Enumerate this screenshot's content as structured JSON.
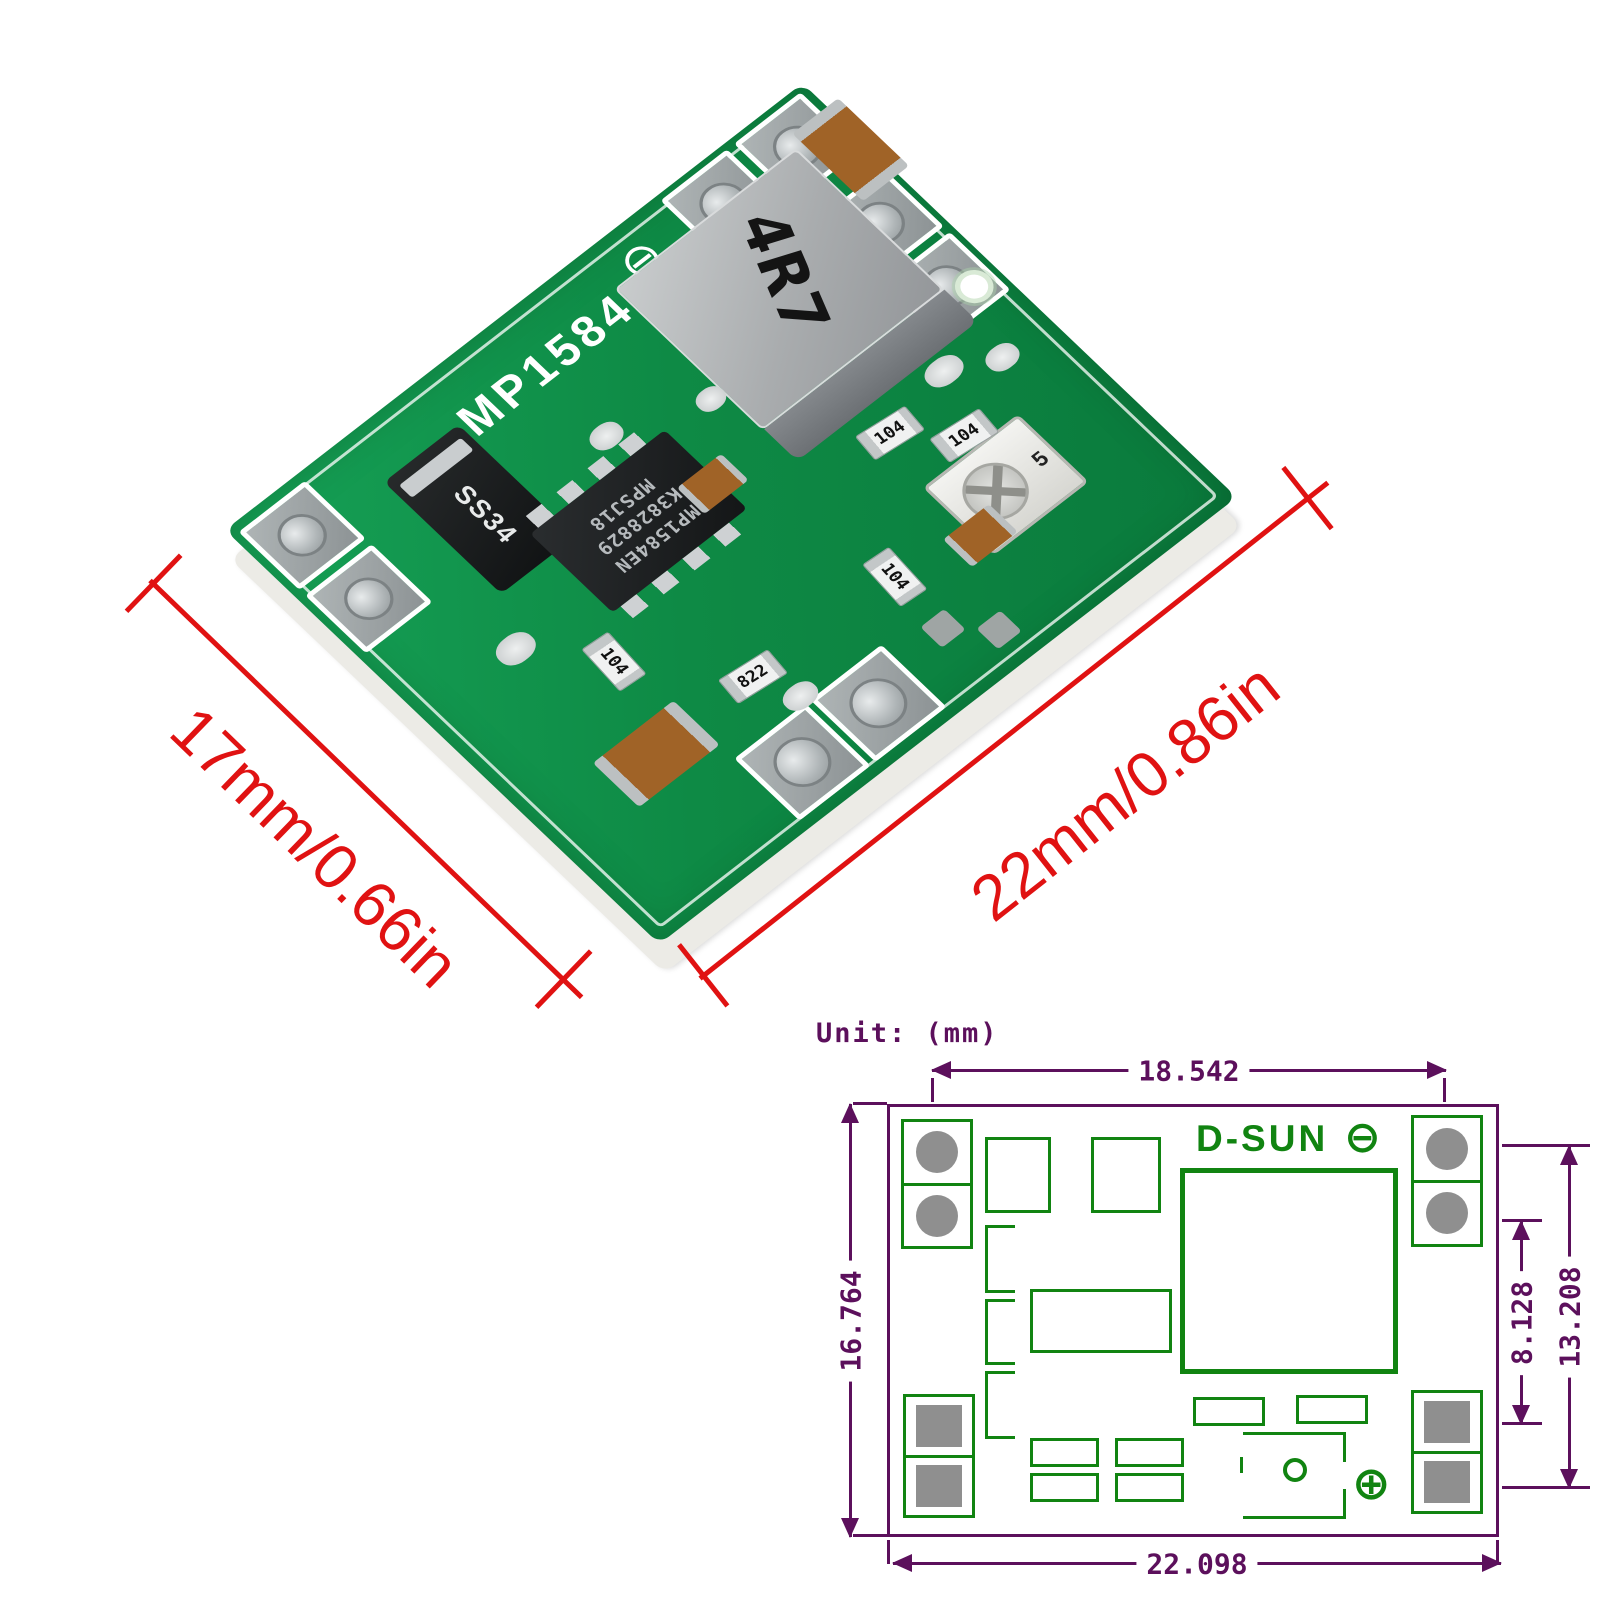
{
  "photo": {
    "silkscreen_part": "MP1584",
    "polarity_minus": "⊖",
    "inductor_marking": "4R7",
    "diode_marking": "SS34",
    "ic_marking_lines": [
      "MP1584EN",
      "K3828829",
      "MPSJ18"
    ],
    "trimmer_marking": "5",
    "resistor_markings": [
      "104",
      "822",
      "104",
      "104",
      "104"
    ],
    "width_dim_label": "17mm/0.66in",
    "length_dim_label": "22mm/0.86in"
  },
  "diagram": {
    "unit_label": "Unit: (mm)",
    "brand": "D-SUN",
    "polarity_minus": "⊖",
    "polarity_plus": "⊕",
    "dim_top": "18.542",
    "dim_left": "16.764",
    "dim_bottom": "22.098",
    "dim_right_inner": "8.128",
    "dim_right_outer": "13.208"
  },
  "colors": {
    "dimension_red": "#e01212",
    "diagram_purple": "#5c105c",
    "diagram_green": "#118411",
    "pcb_green": "#0e8a45",
    "pad_gray": "#8f8f8f"
  }
}
